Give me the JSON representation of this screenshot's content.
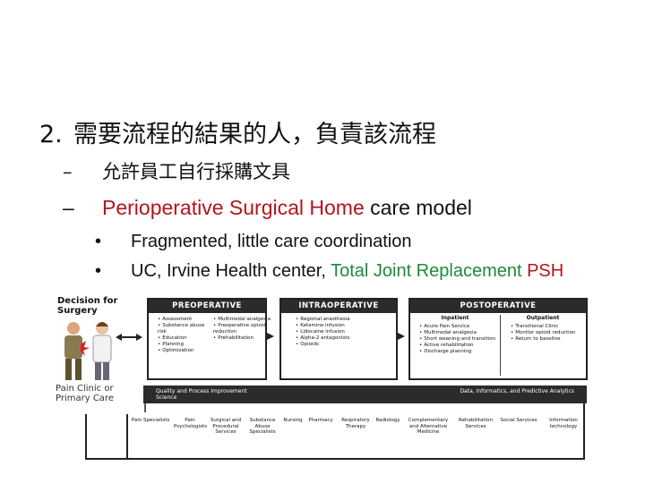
{
  "heading": {
    "num": "2.",
    "text": "需要流程的結果的人，負責該流程"
  },
  "sub1": {
    "dash": "–",
    "text": "允許員工自行採購文具"
  },
  "sub2": {
    "dash": "–",
    "red": "Perioperative Surgical Home",
    "rest": " care model"
  },
  "bullets": [
    {
      "bullet": "•",
      "text": "Fragmented, little care coordination"
    },
    {
      "bullet": "•",
      "pre": "UC, Irvine Health center, ",
      "green": "Total Joint Replacement ",
      "red": "PSH"
    }
  ],
  "diagram": {
    "decision": "Decision for Surgery",
    "pain_clinic": "Pain Clinic or Primary Care",
    "pre": {
      "title": "PREOPERATIVE",
      "col1": [
        "Assessment",
        "Substance abuse risk",
        "Education",
        "Planning",
        "Optimization"
      ],
      "col2": [
        "Multimodal analgesia",
        "Preoperative opioid reduction",
        "Prehabilitation"
      ]
    },
    "intra": {
      "title": "INTRAOPERATIVE",
      "items": [
        "Regional anesthesia",
        "Ketamine infusion",
        "Lidocaine infusion",
        "Alpha-2 antagonists",
        "Opioids"
      ]
    },
    "post": {
      "title": "POSTOPERATIVE",
      "inpatient": "Inpatient",
      "outpatient": "Outpatient",
      "in_items": [
        "Acute Pain Service",
        "Multimodal analgesia",
        "Short weaning and transition",
        "Active rehabilitation",
        "Discharge planning"
      ],
      "out_items": [
        "Transitional Clinic",
        "Monitor opioid reduction",
        "Return to baseline"
      ]
    },
    "band_left": "Quality and Process Improvement Science",
    "band_right": "Data, Informatics, and Predictive Analytics",
    "specialists": [
      "Pain Specialists",
      "Pain Psychologists",
      "Surgical and Procedural Services",
      "Substance Abuse Specialists",
      "Nursing",
      "Pharmacy",
      "Respiratory Therapy",
      "Radiology",
      "Complementary and Alternative Medicine",
      "Rehabilitation Services",
      "Social Services",
      "Information technology"
    ]
  }
}
